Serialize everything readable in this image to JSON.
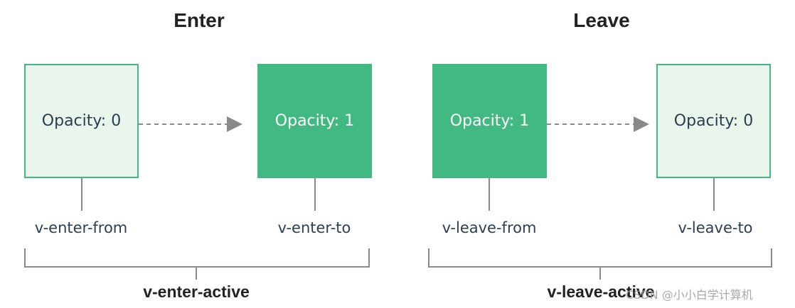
{
  "enter": {
    "heading": "Enter",
    "from_box": "Opacity: 0",
    "to_box": "Opacity: 1",
    "from_label": "v-enter-from",
    "to_label": "v-enter-to",
    "active_label": "v-enter-active"
  },
  "leave": {
    "heading": "Leave",
    "from_box": "Opacity: 1",
    "to_box": "Opacity: 0",
    "from_label": "v-leave-from",
    "to_label": "v-leave-to",
    "active_label": "v-leave-active"
  },
  "watermark": "CSDN @小小白学计算机",
  "colors": {
    "green": "#42b883",
    "light_green": "#eaf5ec",
    "gray": "#8a8a8a"
  }
}
